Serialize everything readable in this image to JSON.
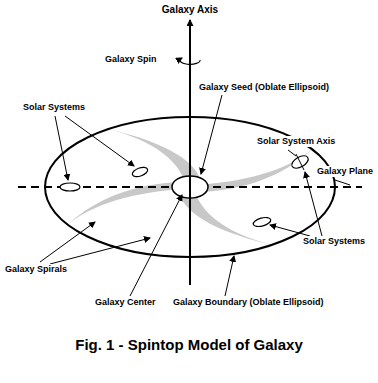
{
  "diagram": {
    "caption": "Fig. 1 - Spintop Model of Galaxy",
    "labels": [
      "Galaxy Axis",
      "Galaxy Spin",
      "Galaxy Seed (Oblate Ellipsoid)",
      "Solar Systems",
      "Solar System Axis",
      "Galaxy Plane",
      "Galaxy Spirals",
      "Galaxy Center",
      "Galaxy Boundary (Oblate Ellipsoid)",
      "Solar Systems"
    ]
  }
}
